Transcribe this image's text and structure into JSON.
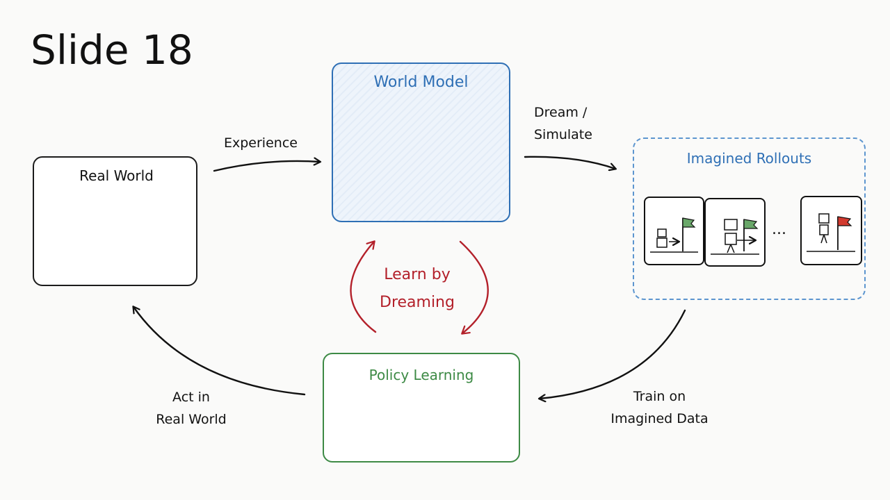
{
  "slide": {
    "title": "Slide 18"
  },
  "nodes": {
    "real_world": {
      "label": "Real World"
    },
    "world_model": {
      "label": "World Model"
    },
    "imagined_rollouts": {
      "label": "Imagined Rollouts",
      "ellipsis": "..."
    },
    "policy_learning": {
      "label": "Policy Learning"
    }
  },
  "edges": {
    "experience": "Experience",
    "dream": {
      "line1": "Dream /",
      "line2": "Simulate"
    },
    "train": {
      "line1": "Train on",
      "line2": "Imagined Data"
    },
    "act": {
      "line1": "Act in",
      "line2": "Real World"
    },
    "cycle": {
      "line1": "Learn by",
      "line2": "Dreaming"
    }
  },
  "colors": {
    "ink": "#111111",
    "world_model": "#2e6fb5",
    "policy": "#3d8a45",
    "cycle": "#b3202a",
    "flag_green": "#6aa86a",
    "flag_red": "#d23a2f"
  }
}
